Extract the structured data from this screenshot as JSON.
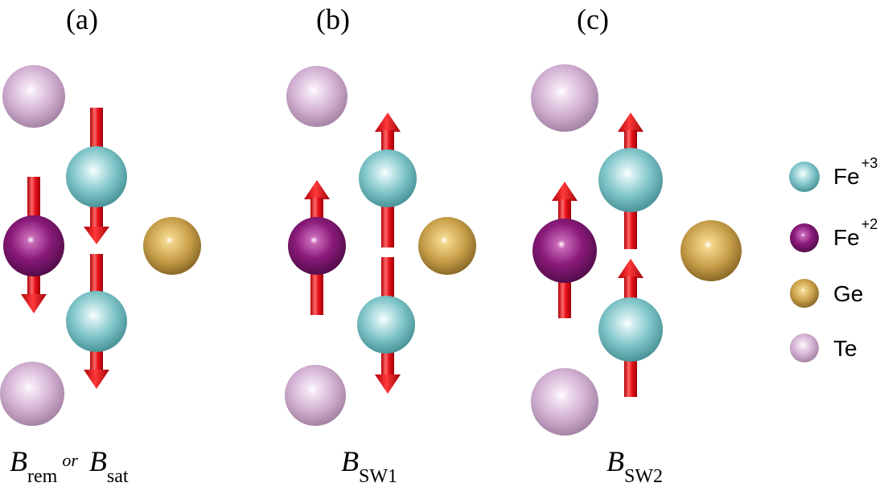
{
  "panels": [
    {
      "label": "(a)",
      "caption_main": "B",
      "caption_sub": "rem",
      "caption_or": "or",
      "caption_main2": "B",
      "caption_sub2": "sat"
    },
    {
      "label": "(b)",
      "caption_main": "B",
      "caption_sub": "SW1"
    },
    {
      "label": "(c)",
      "caption_main": "B",
      "caption_sub": "SW2"
    }
  ],
  "legend": [
    {
      "element": "Fe",
      "charge": "+3",
      "color": "#7ec4c8"
    },
    {
      "element": "Fe",
      "charge": "+2",
      "color": "#8a1a7a"
    },
    {
      "element": "Ge",
      "charge": "",
      "color": "#c9a04a"
    },
    {
      "element": "Te",
      "charge": "",
      "color": "#d2b0d2"
    }
  ],
  "atom_colors": {
    "fe3": "#7ec4c8",
    "fe2": "#8a1a7a",
    "ge": "#c9a04a",
    "te": "#d2b0d2"
  },
  "spin_color": "#e8121a",
  "spins": {
    "a": {
      "fe3_upper": "down",
      "fe2": "down",
      "fe3_lower": "down"
    },
    "b": {
      "fe3_upper": "up",
      "fe2": "up",
      "fe3_lower": "down"
    },
    "c": {
      "fe3_upper": "up",
      "fe2": "up",
      "fe3_lower": "up"
    }
  }
}
